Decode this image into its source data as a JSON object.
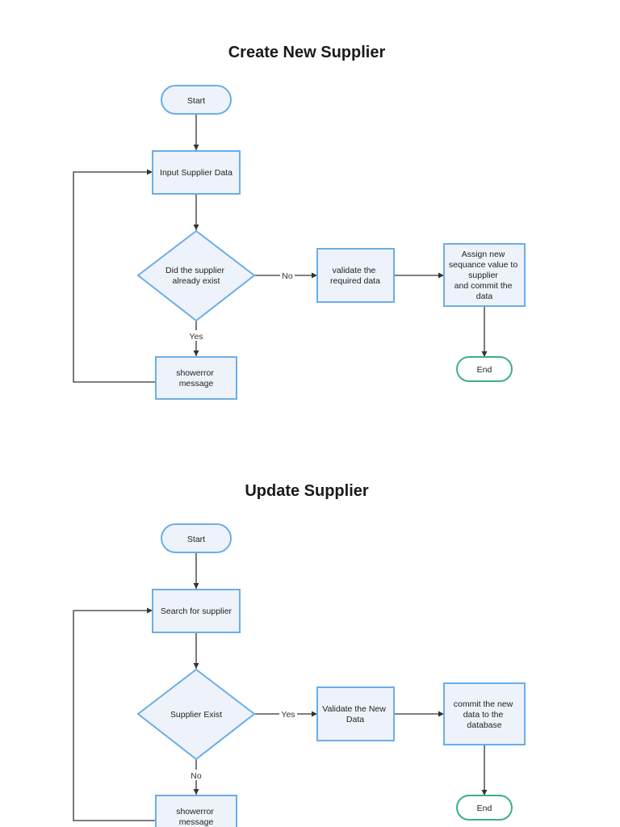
{
  "flowcharts": [
    {
      "title": "Create New Supplier",
      "start": "Start",
      "input": "Input Supplier Data",
      "decision": [
        "Did the supplier",
        "already exist"
      ],
      "no_label": "No",
      "yes_label": "Yes",
      "validate": [
        "validate the",
        "required data"
      ],
      "commit": [
        "Assign new",
        "sequance value to",
        "supplier",
        "and commit the",
        "data"
      ],
      "error": [
        "showerror",
        "message"
      ],
      "end": "End"
    },
    {
      "title": "Update Supplier",
      "start": "Start",
      "input": "Search for supplier",
      "decision": [
        "Supplier Exist"
      ],
      "yes_label": "Yes",
      "no_label": "No",
      "validate": [
        "Validate the New",
        "Data"
      ],
      "commit": [
        "commit the new",
        "data to the",
        "database"
      ],
      "error": [
        "showerror",
        "message"
      ],
      "end": "End"
    }
  ],
  "colors": {
    "box_fill": "#eef3fb",
    "box_stroke": "#6aaee8",
    "end_stroke": "#3fae86",
    "line": "#333333"
  }
}
